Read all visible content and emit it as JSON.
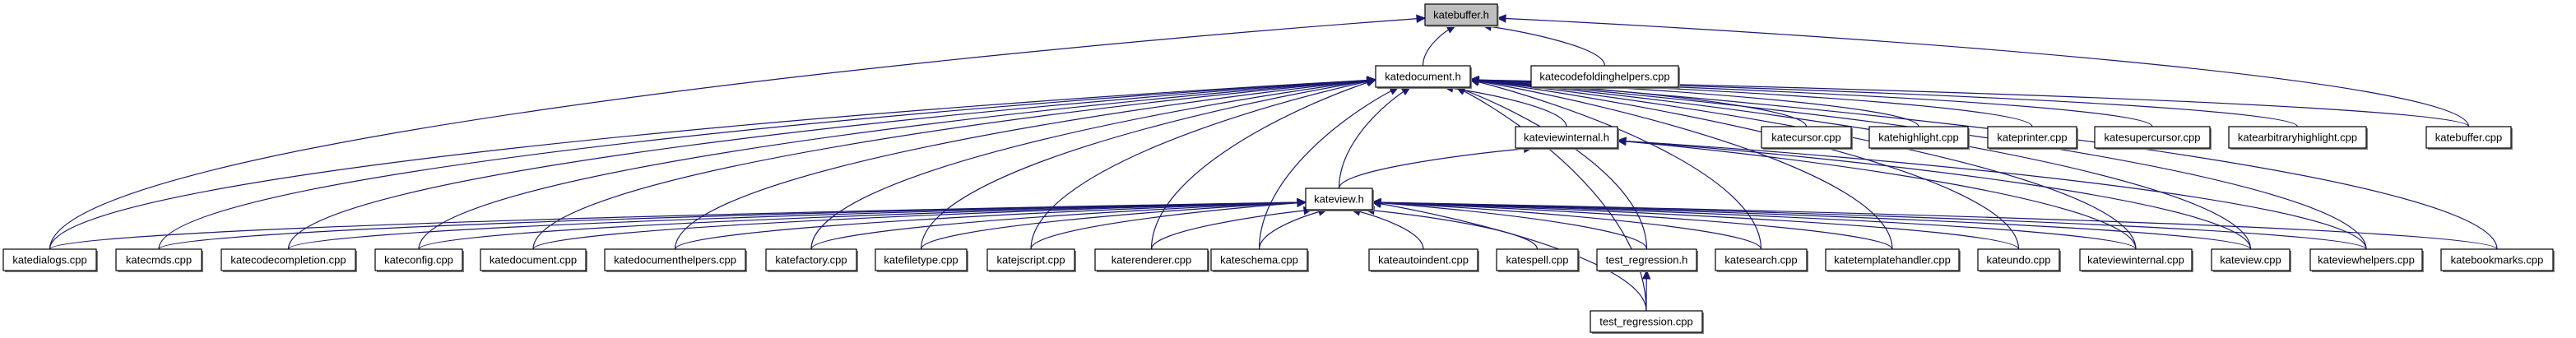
{
  "graph": {
    "type": "include-dependency-graph",
    "edge_color": "#191970",
    "root_fill": "#bfbfbf",
    "root": "katebuffer.h",
    "nodes": [
      {
        "id": "katebuffer_h",
        "label": "katebuffer.h",
        "root": true
      },
      {
        "id": "katedocument_h",
        "label": "katedocument.h"
      },
      {
        "id": "katecodefoldinghelpers_cpp",
        "label": "katecodefoldinghelpers.cpp"
      },
      {
        "id": "kateviewinternal_h",
        "label": "kateviewinternal.h"
      },
      {
        "id": "katecursor_cpp",
        "label": "katecursor.cpp"
      },
      {
        "id": "katehighlight_cpp",
        "label": "katehighlight.cpp"
      },
      {
        "id": "kateprinter_cpp",
        "label": "kateprinter.cpp"
      },
      {
        "id": "katesupercursor_cpp",
        "label": "katesupercursor.cpp"
      },
      {
        "id": "katearbitraryhighlight_cpp",
        "label": "katearbitraryhighlight.cpp"
      },
      {
        "id": "katebuffer_cpp",
        "label": "katebuffer.cpp"
      },
      {
        "id": "kateview_h",
        "label": "kateview.h"
      },
      {
        "id": "katedialogs_cpp",
        "label": "katedialogs.cpp"
      },
      {
        "id": "katecmds_cpp",
        "label": "katecmds.cpp"
      },
      {
        "id": "katecodecompletion_cpp",
        "label": "katecodecompletion.cpp"
      },
      {
        "id": "kateconfig_cpp",
        "label": "kateconfig.cpp"
      },
      {
        "id": "katedocument_cpp",
        "label": "katedocument.cpp"
      },
      {
        "id": "katedocumenthelpers_cpp",
        "label": "katedocumenthelpers.cpp"
      },
      {
        "id": "katefactory_cpp",
        "label": "katefactory.cpp"
      },
      {
        "id": "katefiletype_cpp",
        "label": "katefiletype.cpp"
      },
      {
        "id": "katejscript_cpp",
        "label": "katejscript.cpp"
      },
      {
        "id": "katerenderer_cpp",
        "label": "katerenderer.cpp"
      },
      {
        "id": "kateschema_cpp",
        "label": "kateschema.cpp"
      },
      {
        "id": "kateautoindent_cpp",
        "label": "kateautoindent.cpp"
      },
      {
        "id": "katespell_cpp",
        "label": "katespell.cpp"
      },
      {
        "id": "test_regression_h",
        "label": "test_regression.h"
      },
      {
        "id": "katesearch_cpp",
        "label": "katesearch.cpp"
      },
      {
        "id": "katetemplatehandler_cpp",
        "label": "katetemplatehandler.cpp"
      },
      {
        "id": "kateundo_cpp",
        "label": "kateundo.cpp"
      },
      {
        "id": "kateviewinternal_cpp",
        "label": "kateviewinternal.cpp"
      },
      {
        "id": "kateview_cpp",
        "label": "kateview.cpp"
      },
      {
        "id": "kateviewhelpers_cpp",
        "label": "kateviewhelpers.cpp"
      },
      {
        "id": "katebookmarks_cpp",
        "label": "katebookmarks.cpp"
      },
      {
        "id": "test_regression_cpp",
        "label": "test_regression.cpp"
      }
    ],
    "edges": [
      [
        "katedocument_h",
        "katebuffer_h"
      ],
      [
        "katecodefoldinghelpers_cpp",
        "katebuffer_h"
      ],
      [
        "katedialogs_cpp",
        "katebuffer_h"
      ],
      [
        "katebuffer_cpp",
        "katebuffer_h"
      ],
      [
        "kateviewinternal_h",
        "katedocument_h"
      ],
      [
        "katecursor_cpp",
        "katedocument_h"
      ],
      [
        "katehighlight_cpp",
        "katedocument_h"
      ],
      [
        "kateprinter_cpp",
        "katedocument_h"
      ],
      [
        "katesupercursor_cpp",
        "katedocument_h"
      ],
      [
        "katearbitraryhighlight_cpp",
        "katedocument_h"
      ],
      [
        "katebuffer_cpp",
        "katedocument_h"
      ],
      [
        "kateview_h",
        "katedocument_h"
      ],
      [
        "katedialogs_cpp",
        "katedocument_h"
      ],
      [
        "katecmds_cpp",
        "katedocument_h"
      ],
      [
        "katecodecompletion_cpp",
        "katedocument_h"
      ],
      [
        "kateconfig_cpp",
        "katedocument_h"
      ],
      [
        "katedocument_cpp",
        "katedocument_h"
      ],
      [
        "katedocumenthelpers_cpp",
        "katedocument_h"
      ],
      [
        "katefactory_cpp",
        "katedocument_h"
      ],
      [
        "katefiletype_cpp",
        "katedocument_h"
      ],
      [
        "katejscript_cpp",
        "katedocument_h"
      ],
      [
        "katerenderer_cpp",
        "katedocument_h"
      ],
      [
        "kateschema_cpp",
        "katedocument_h"
      ],
      [
        "test_regression_h",
        "katedocument_h"
      ],
      [
        "katesearch_cpp",
        "katedocument_h"
      ],
      [
        "katetemplatehandler_cpp",
        "katedocument_h"
      ],
      [
        "kateundo_cpp",
        "katedocument_h"
      ],
      [
        "kateviewinternal_cpp",
        "katedocument_h"
      ],
      [
        "kateview_cpp",
        "katedocument_h"
      ],
      [
        "kateviewhelpers_cpp",
        "katedocument_h"
      ],
      [
        "katebookmarks_cpp",
        "katedocument_h"
      ],
      [
        "test_regression_cpp",
        "katedocument_h"
      ],
      [
        "kateview_h",
        "kateviewinternal_h"
      ],
      [
        "kateviewinternal_cpp",
        "kateviewinternal_h"
      ],
      [
        "kateview_cpp",
        "kateviewinternal_h"
      ],
      [
        "kateviewhelpers_cpp",
        "kateviewinternal_h"
      ],
      [
        "katedialogs_cpp",
        "kateview_h"
      ],
      [
        "katecmds_cpp",
        "kateview_h"
      ],
      [
        "katecodecompletion_cpp",
        "kateview_h"
      ],
      [
        "kateconfig_cpp",
        "kateview_h"
      ],
      [
        "katedocument_cpp",
        "kateview_h"
      ],
      [
        "katedocumenthelpers_cpp",
        "kateview_h"
      ],
      [
        "katefactory_cpp",
        "kateview_h"
      ],
      [
        "katefiletype_cpp",
        "kateview_h"
      ],
      [
        "katejscript_cpp",
        "kateview_h"
      ],
      [
        "katerenderer_cpp",
        "kateview_h"
      ],
      [
        "kateschema_cpp",
        "kateview_h"
      ],
      [
        "kateautoindent_cpp",
        "kateview_h"
      ],
      [
        "katespell_cpp",
        "kateview_h"
      ],
      [
        "test_regression_h",
        "kateview_h"
      ],
      [
        "katesearch_cpp",
        "kateview_h"
      ],
      [
        "katetemplatehandler_cpp",
        "kateview_h"
      ],
      [
        "kateundo_cpp",
        "kateview_h"
      ],
      [
        "kateviewinternal_cpp",
        "kateview_h"
      ],
      [
        "kateview_cpp",
        "kateview_h"
      ],
      [
        "kateviewhelpers_cpp",
        "kateview_h"
      ],
      [
        "katebookmarks_cpp",
        "kateview_h"
      ],
      [
        "test_regression_cpp",
        "kateview_h"
      ],
      [
        "test_regression_cpp",
        "test_regression_h"
      ]
    ]
  }
}
